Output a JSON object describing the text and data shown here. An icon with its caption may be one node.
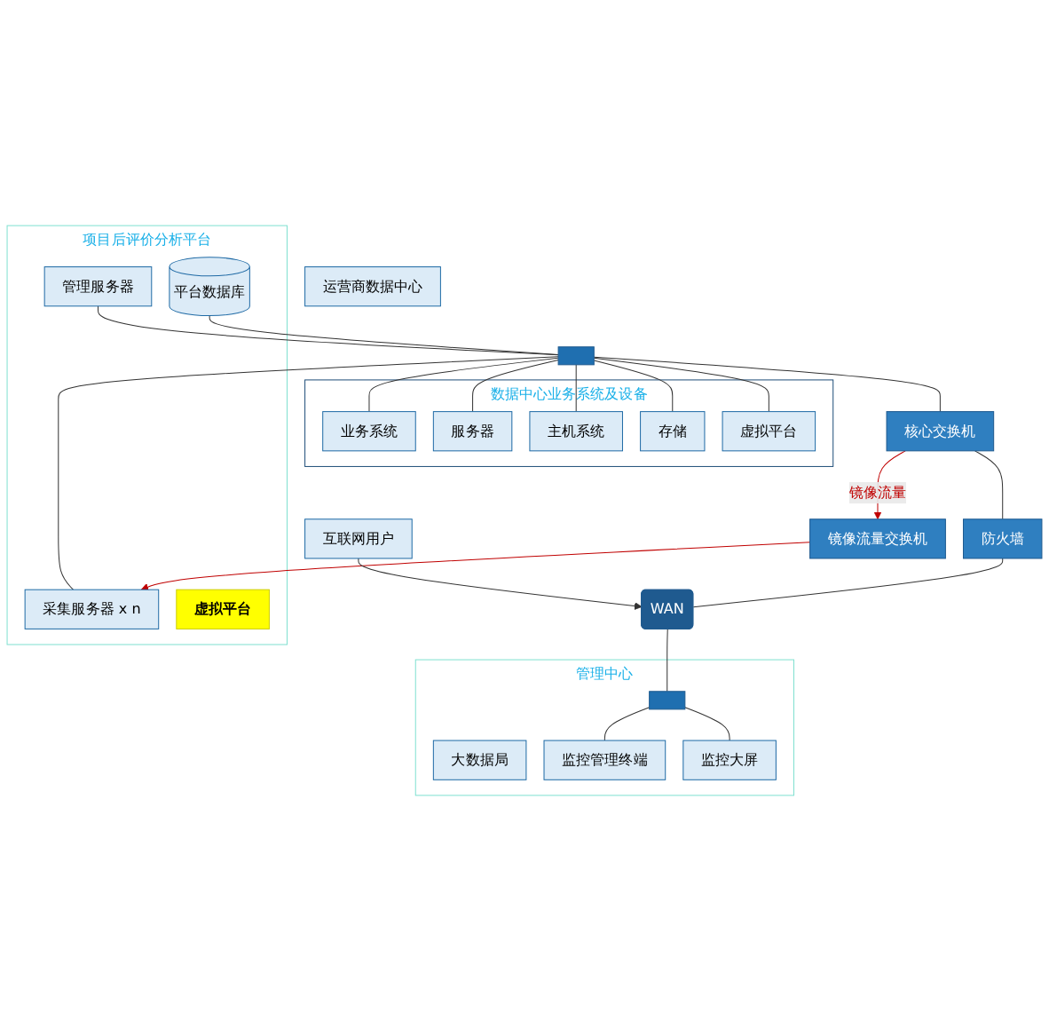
{
  "diagram": {
    "nodes": [
      {
        "text": [
          "项目后评价分析平台"
        ]
      },
      {
        "text": [
          "管理服务器"
        ],
        "in": 0
      },
      {
        "text": [
          "平台数据库"
        ],
        "in": 0
      },
      {
        "text": [
          "采集服务器 x n"
        ],
        "in": 0
      },
      {
        "text": [
          "虚拟平台"
        ],
        "in": 0
      },
      {
        "text": [
          "运营商数据中心"
        ]
      },
      {
        "text": [
          "镜像流量交换机"
        ]
      },
      {
        "text": [],
        "shape": "bar"
      },
      {
        "text": [
          "数据中心业务系统及设备"
        ]
      },
      {
        "text": [
          "业务系统"
        ],
        "in": 8
      },
      {
        "text": [
          "服务器"
        ],
        "in": 8
      },
      {
        "text": [
          "主机系统"
        ],
        "in": 8
      },
      {
        "text": [
          "存储"
        ],
        "in": 8
      },
      {
        "text": [
          "虚拟平台"
        ],
        "in": 8
      },
      {
        "text": [
          "核心交换机"
        ]
      },
      {
        "text": [
          "防火墙"
        ]
      },
      {
        "text": [
          "管理中心"
        ]
      },
      {
        "text": [
          "大数据局"
        ],
        "in": 16
      },
      {
        "text": [],
        "shape": "bar",
        "in": 16
      },
      {
        "text": [
          "监控管理终端"
        ],
        "in": 16
      },
      {
        "text": [
          "监控大屏"
        ],
        "in": 16
      },
      {
        "text": [
          "WAN"
        ]
      },
      {
        "text": [
          "互联网用户"
        ]
      }
    ],
    "edges": [
      {
        "from": 1,
        "to": 7,
        "arrow": "none"
      },
      {
        "from": 2,
        "to": 7,
        "arrow": "none"
      },
      {
        "from": 3,
        "to": 7,
        "arrow": "none"
      },
      {
        "from": 7,
        "to": 9,
        "arrow": "none"
      },
      {
        "from": 7,
        "to": 10,
        "arrow": "none"
      },
      {
        "from": 7,
        "to": 11,
        "arrow": "none"
      },
      {
        "from": 7,
        "to": 12,
        "arrow": "none"
      },
      {
        "from": 7,
        "to": 13,
        "arrow": "none"
      },
      {
        "from": 7,
        "to": 14,
        "arrow": "none"
      },
      {
        "from": 14,
        "to": 6,
        "arrow": "to",
        "label": "镜像流量",
        "color": "#c00000"
      },
      {
        "from": 6,
        "to": 3,
        "arrow": "to",
        "color": "#c00000"
      },
      {
        "from": 14,
        "to": 15,
        "arrow": "none"
      },
      {
        "from": 15,
        "to": 21,
        "arrow": "none"
      },
      {
        "from": 21,
        "to": 18,
        "arrow": "none"
      },
      {
        "from": 18,
        "to": 19,
        "arrow": "none"
      },
      {
        "from": 18,
        "to": 20,
        "arrow": "none"
      },
      {
        "from": 22,
        "to": 21,
        "arrow": "to"
      }
    ]
  }
}
